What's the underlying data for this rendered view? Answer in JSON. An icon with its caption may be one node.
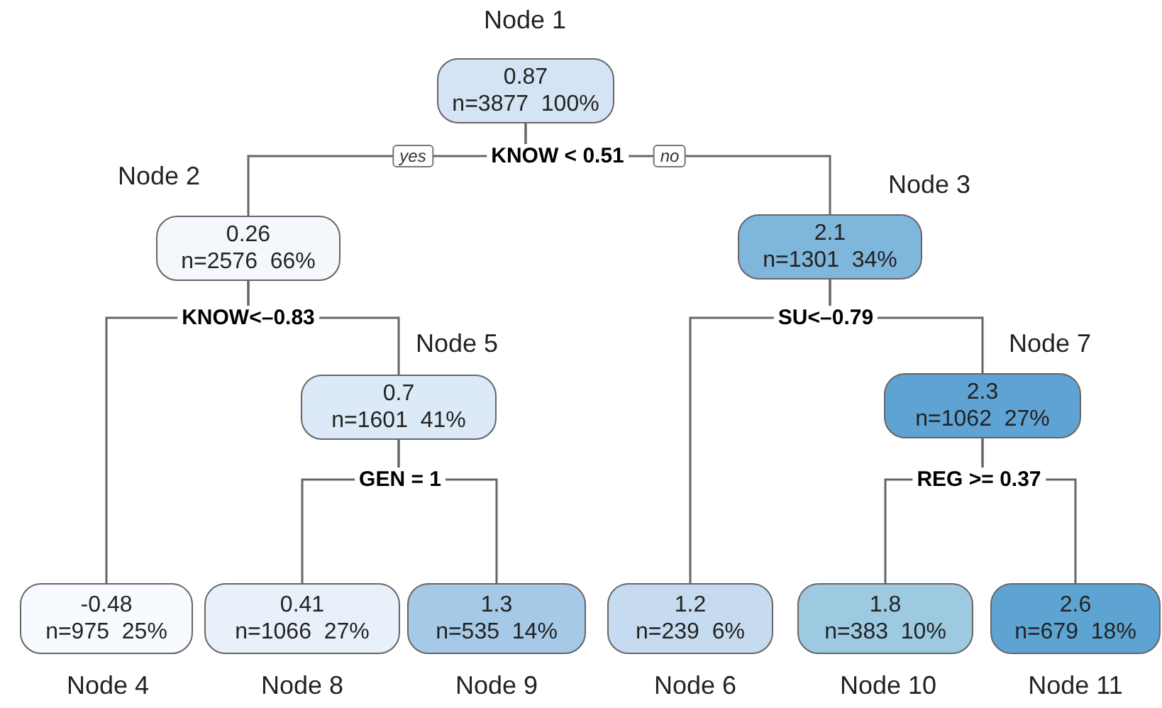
{
  "diagram": {
    "nodes": [
      {
        "text": [
          "0.87",
          "n=3877  100%"
        ],
        "beside": [
          "Node 1"
        ]
      },
      {
        "text": [
          "0.26",
          "n=2576  66%"
        ],
        "beside": [
          "Node 2"
        ]
      },
      {
        "text": [
          "2.1",
          "n=1301  34%"
        ],
        "beside": [
          "Node 3"
        ]
      },
      {
        "text": [
          "0.7",
          "n=1601  41%"
        ],
        "beside": [
          "Node 5"
        ]
      },
      {
        "text": [
          "2.3",
          "n=1062  27%"
        ],
        "beside": [
          "Node 7"
        ]
      },
      {
        "text": [
          "-0.48",
          "n=975  25%"
        ],
        "beside": [
          "Node 4"
        ]
      },
      {
        "text": [
          "0.41",
          "n=1066  27%"
        ],
        "beside": [
          "Node 8"
        ]
      },
      {
        "text": [
          "1.3",
          "n=535  14%"
        ],
        "beside": [
          "Node 9"
        ]
      },
      {
        "text": [
          "1.2",
          "n=239  6%"
        ],
        "beside": [
          "Node 6"
        ]
      },
      {
        "text": [
          "1.8",
          "n=383  10%"
        ],
        "beside": [
          "Node 10"
        ]
      },
      {
        "text": [
          "2.6",
          "n=679  18%"
        ],
        "beside": [
          "Node 11"
        ]
      }
    ],
    "edges": [
      {
        "from": 0,
        "to": 1,
        "arrow": "none",
        "label": "yes"
      },
      {
        "from": 0,
        "to": 2,
        "arrow": "none",
        "label": "no"
      },
      {
        "from": 1,
        "to": 5,
        "arrow": "none"
      },
      {
        "from": 1,
        "to": 3,
        "arrow": "none"
      },
      {
        "from": 2,
        "to": 8,
        "arrow": "none"
      },
      {
        "from": 2,
        "to": 4,
        "arrow": "none"
      },
      {
        "from": 3,
        "to": 6,
        "arrow": "none"
      },
      {
        "from": 3,
        "to": 7,
        "arrow": "none"
      },
      {
        "from": 4,
        "to": 9,
        "arrow": "none"
      },
      {
        "from": 4,
        "to": 10,
        "arrow": "none"
      }
    ],
    "labels": [
      "KNOW < 0.51",
      "KNOW<–0.83",
      "SU<–0.79",
      "GEN = 1",
      "REG >= 0.37"
    ]
  }
}
